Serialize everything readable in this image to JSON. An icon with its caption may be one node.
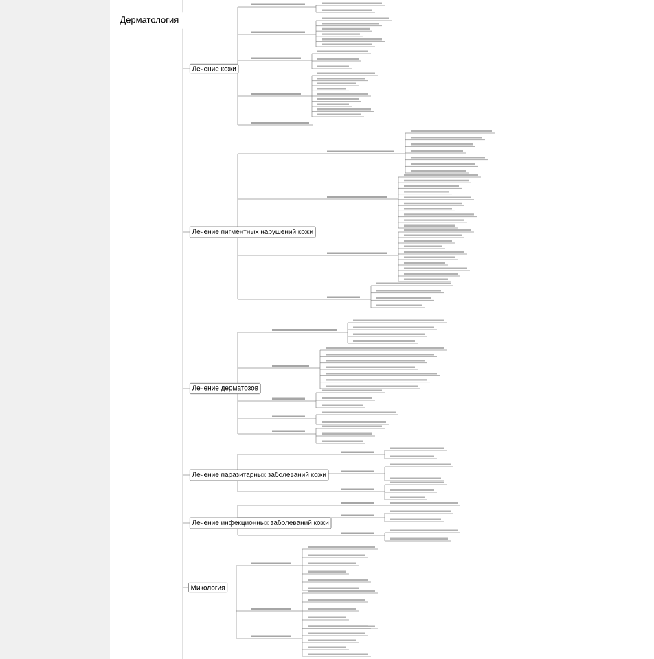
{
  "diagram": {
    "title": "Дерматология",
    "nodes": [
      {
        "text": [
          "Лечение кожи"
        ]
      },
      {
        "text": [
          "Лечение пигментных нарушений кожи"
        ]
      },
      {
        "text": [
          "Лечение дерматозов"
        ]
      },
      {
        "text": [
          "Лечение паразитарных заболеваний кожи"
        ]
      },
      {
        "text": [
          "Лечение инфекционных заболеваний кожи"
        ]
      },
      {
        "text": [
          "Микология"
        ]
      }
    ]
  }
}
